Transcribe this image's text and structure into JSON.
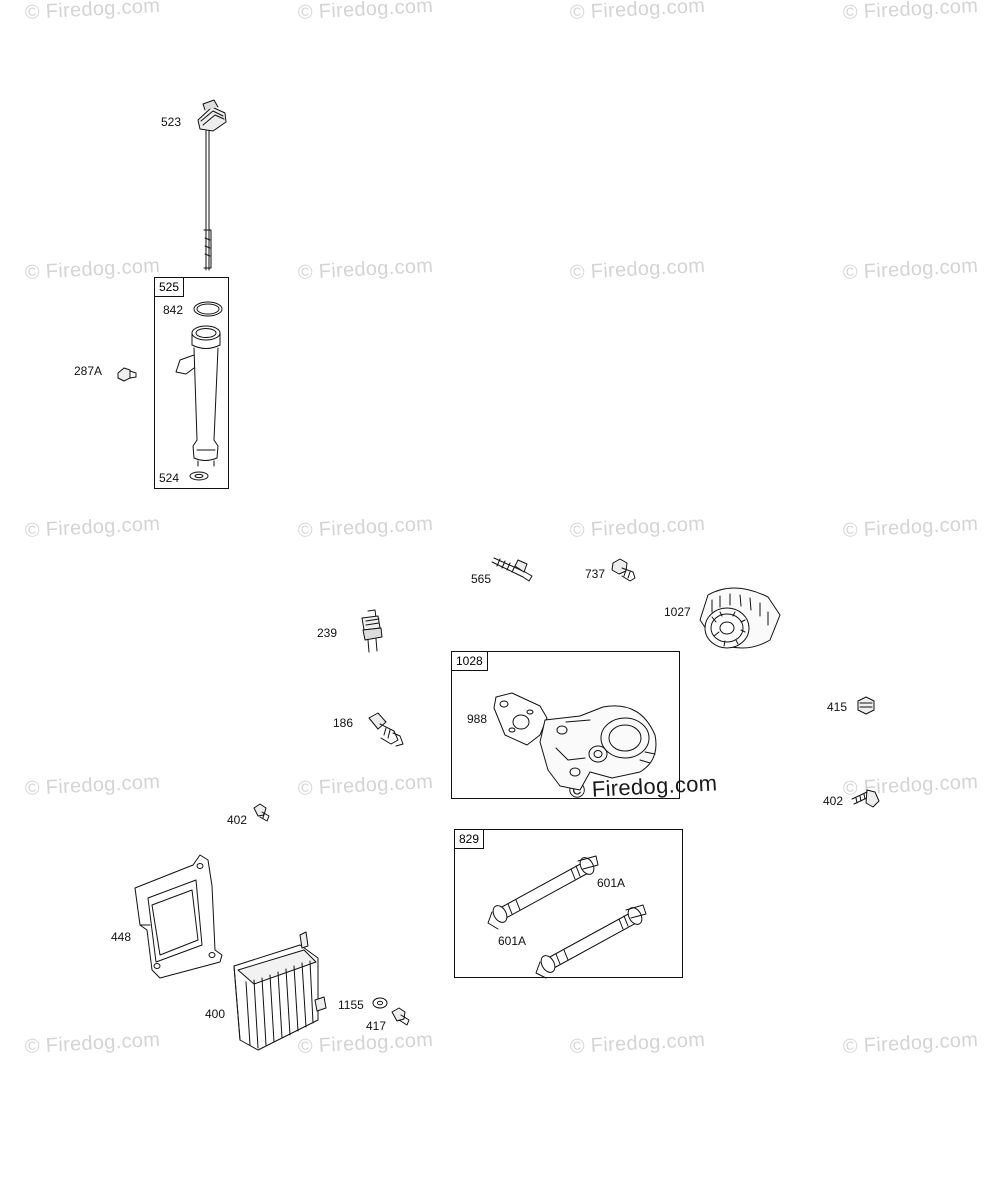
{
  "watermark": {
    "text": "© Firedog.com",
    "prominent_text": "© Firedog.com"
  },
  "groups": [
    {
      "id": "g525",
      "label": "525"
    },
    {
      "id": "g1028",
      "label": "1028"
    },
    {
      "id": "g829",
      "label": "829"
    }
  ],
  "part_labels": {
    "p523": "523",
    "p842": "842",
    "p287a": "287A",
    "p524": "524",
    "p565": "565",
    "p737": "737",
    "p1027": "1027",
    "p239": "239",
    "p988": "988",
    "p415": "415",
    "p186": "186",
    "p402a": "402",
    "p402b": "402",
    "p601a1": "601A",
    "p601a2": "601A",
    "p448": "448",
    "p400": "400",
    "p1155": "1155",
    "p417": "417"
  }
}
